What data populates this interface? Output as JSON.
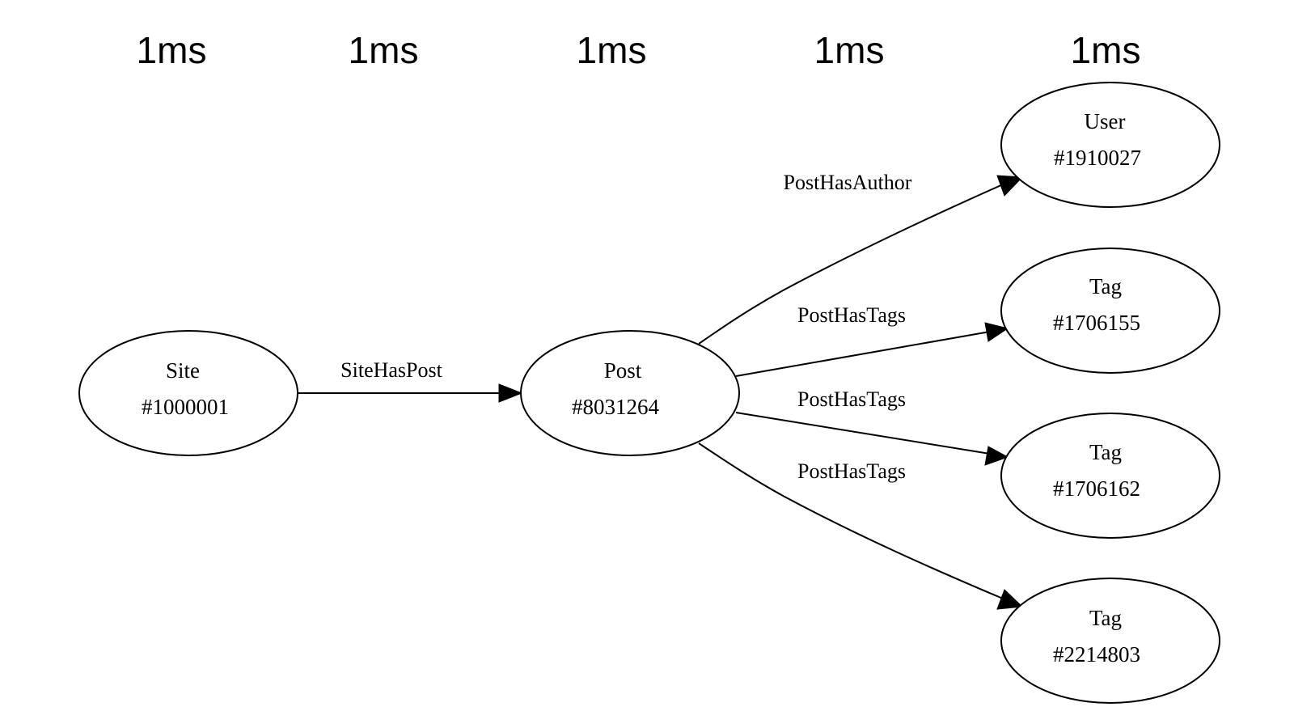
{
  "timings": [
    "1ms",
    "1ms",
    "1ms",
    "1ms",
    "1ms"
  ],
  "nodes": [
    {
      "id": "site",
      "type": "Site",
      "ident": "#1000001"
    },
    {
      "id": "post",
      "type": "Post",
      "ident": "#8031264"
    },
    {
      "id": "user",
      "type": "User",
      "ident": "#1910027"
    },
    {
      "id": "tag1",
      "type": "Tag",
      "ident": "#1706155"
    },
    {
      "id": "tag2",
      "type": "Tag",
      "ident": "#1706162"
    },
    {
      "id": "tag3",
      "type": "Tag",
      "ident": "#2214803"
    }
  ],
  "edges": [
    {
      "from": "site",
      "to": "post",
      "label": "SiteHasPost"
    },
    {
      "from": "post",
      "to": "user",
      "label": "PostHasAuthor"
    },
    {
      "from": "post",
      "to": "tag1",
      "label": "PostHasTags"
    },
    {
      "from": "post",
      "to": "tag2",
      "label": "PostHasTags"
    },
    {
      "from": "post",
      "to": "tag3",
      "label": "PostHasTags"
    }
  ],
  "colors": {
    "stroke": "#000000",
    "fill": "#ffffff",
    "text": "#000000"
  }
}
